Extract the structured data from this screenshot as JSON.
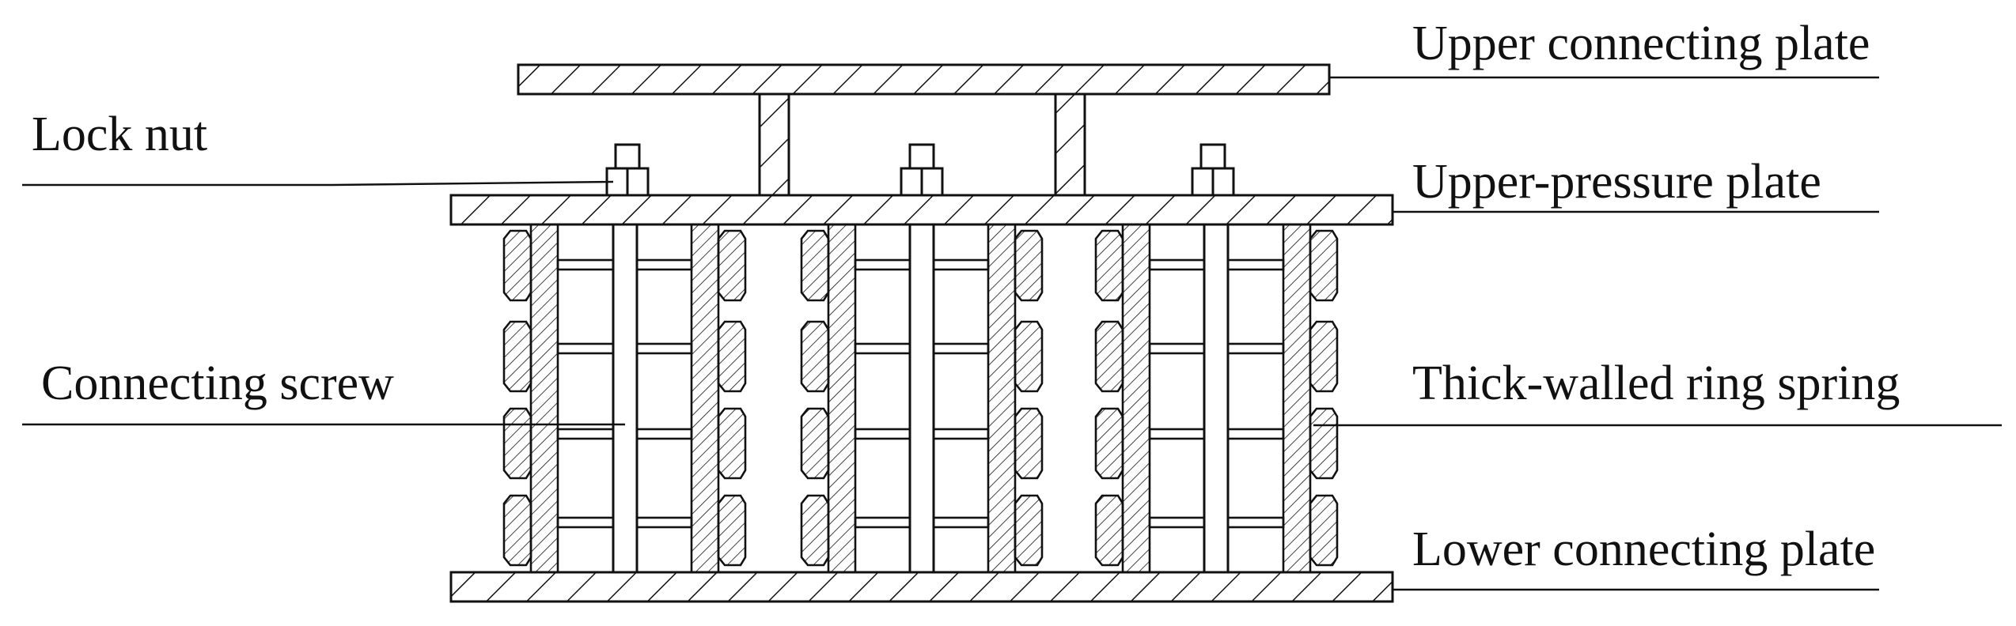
{
  "labels": {
    "upper_connecting_plate": "Upper connecting plate",
    "lock_nut": "Lock nut",
    "upper_pressure_plate": "Upper-pressure plate",
    "connecting_screw": "Connecting screw",
    "thick_walled_ring_spring": "Thick-walled ring spring",
    "lower_connecting_plate": "Lower connecting plate"
  },
  "colors": {
    "line": "#111111",
    "background": "#ffffff"
  },
  "hatch_pattern": "diagonal-hatch"
}
